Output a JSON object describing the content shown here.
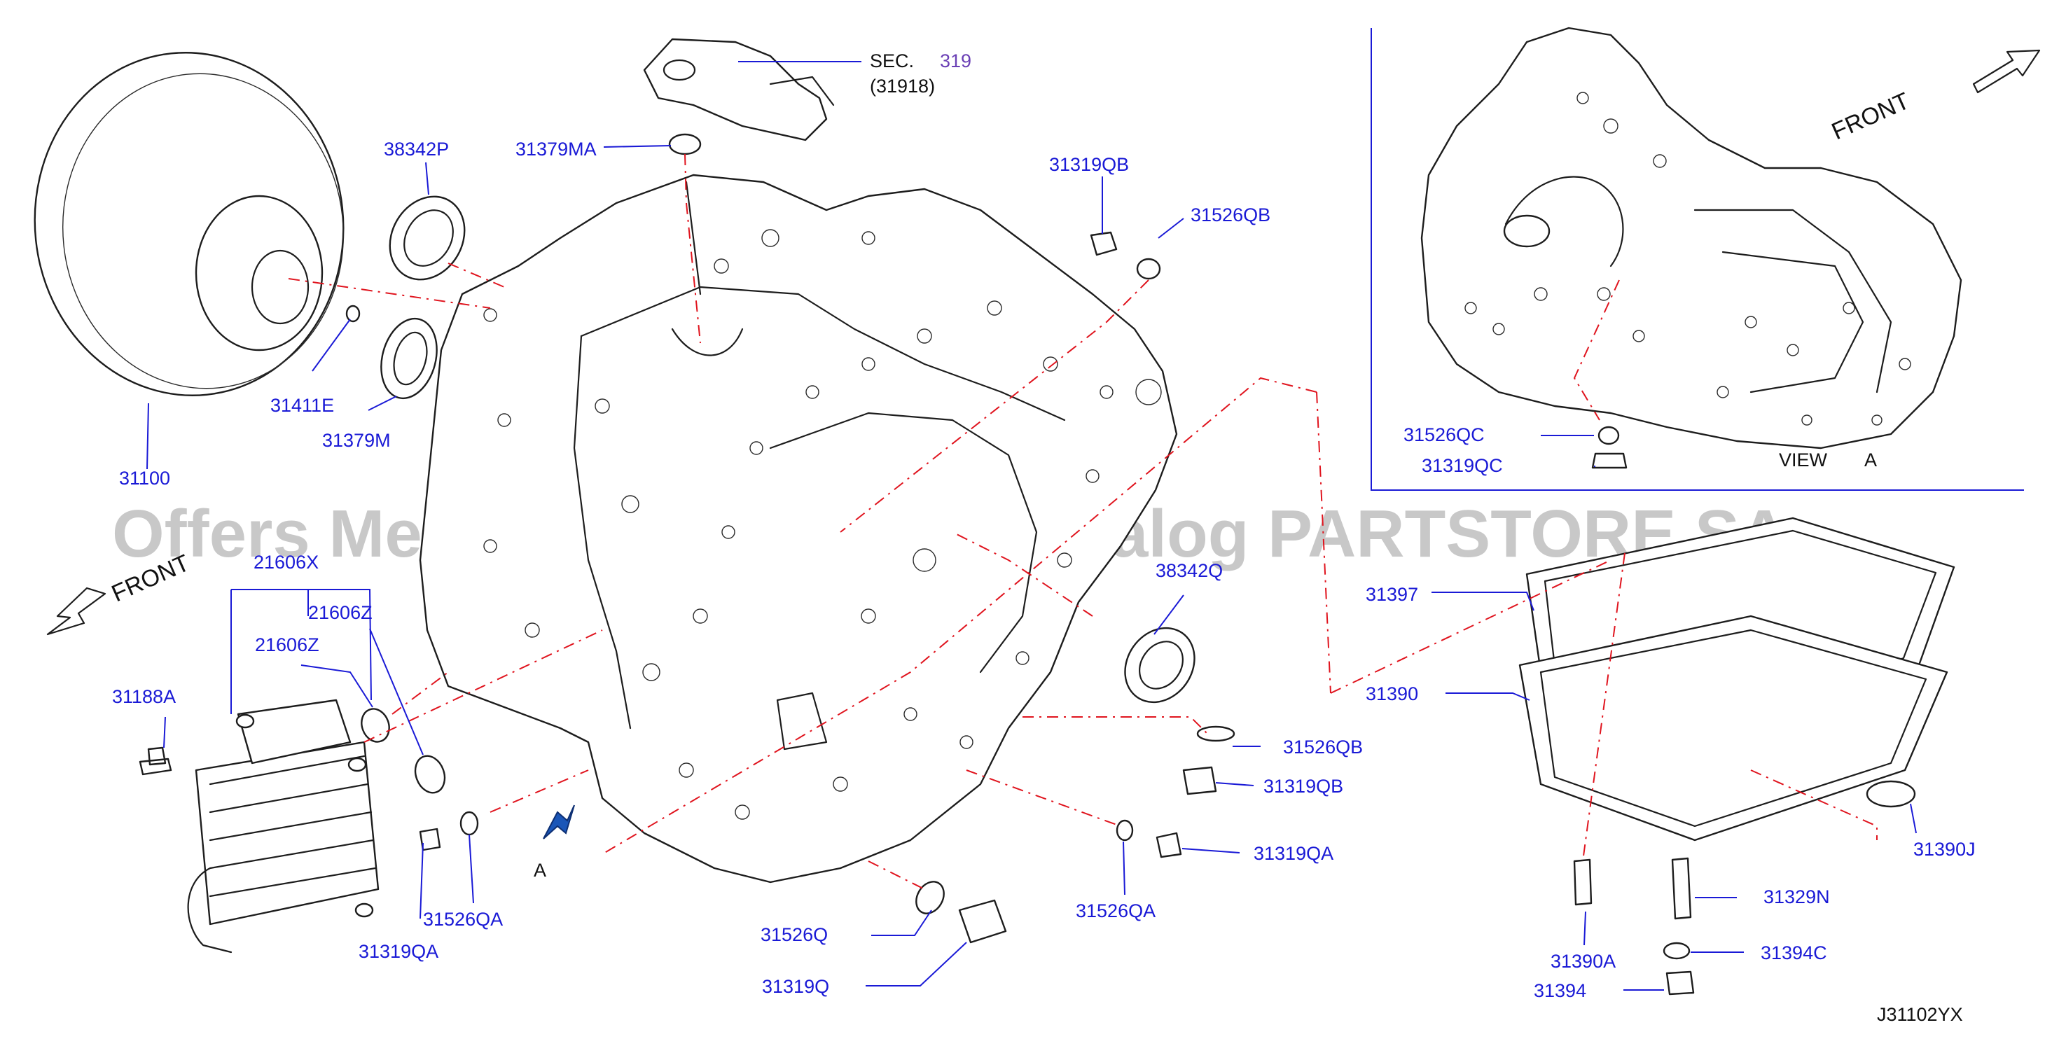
{
  "diagram_code": "J31102YX",
  "watermark": "Offers Merchant Auto Parts Catalog PARTSTORE.SA",
  "front_left": "FRONT",
  "front_right": "FRONT",
  "view_label": "VIEW",
  "view_letter": "A",
  "arrow_letter": "A",
  "section": {
    "prefix": "SEC.",
    "number": "319",
    "sub": "(31918)"
  },
  "parts": {
    "p31100": "31100",
    "p38342P": "38342P",
    "p31411E": "31411E",
    "p31379M": "31379M",
    "p31379MA": "31379MA",
    "p31319QB_top": "31319QB",
    "p31526QB_top": "31526QB",
    "p31526QC": "31526QC",
    "p31319QC": "31319QC",
    "p21606X": "21606X",
    "p21606Z_a": "21606Z",
    "p21606Z_b": "21606Z",
    "p31188A": "31188A",
    "p31319QA_left": "31319QA",
    "p31526QA_left": "31526QA",
    "p38342Q": "38342Q",
    "p31526QB_mid": "31526QB",
    "p31319QB_mid": "31319QB",
    "p31319QA_right": "31319QA",
    "p31526QA_right": "31526QA",
    "p31526Q": "31526Q",
    "p31319Q": "31319Q",
    "p31397": "31397",
    "p31390": "31390",
    "p31390J": "31390J",
    "p31329N": "31329N",
    "p31390A": "31390A",
    "p31394C": "31394C",
    "p31394": "31394"
  }
}
